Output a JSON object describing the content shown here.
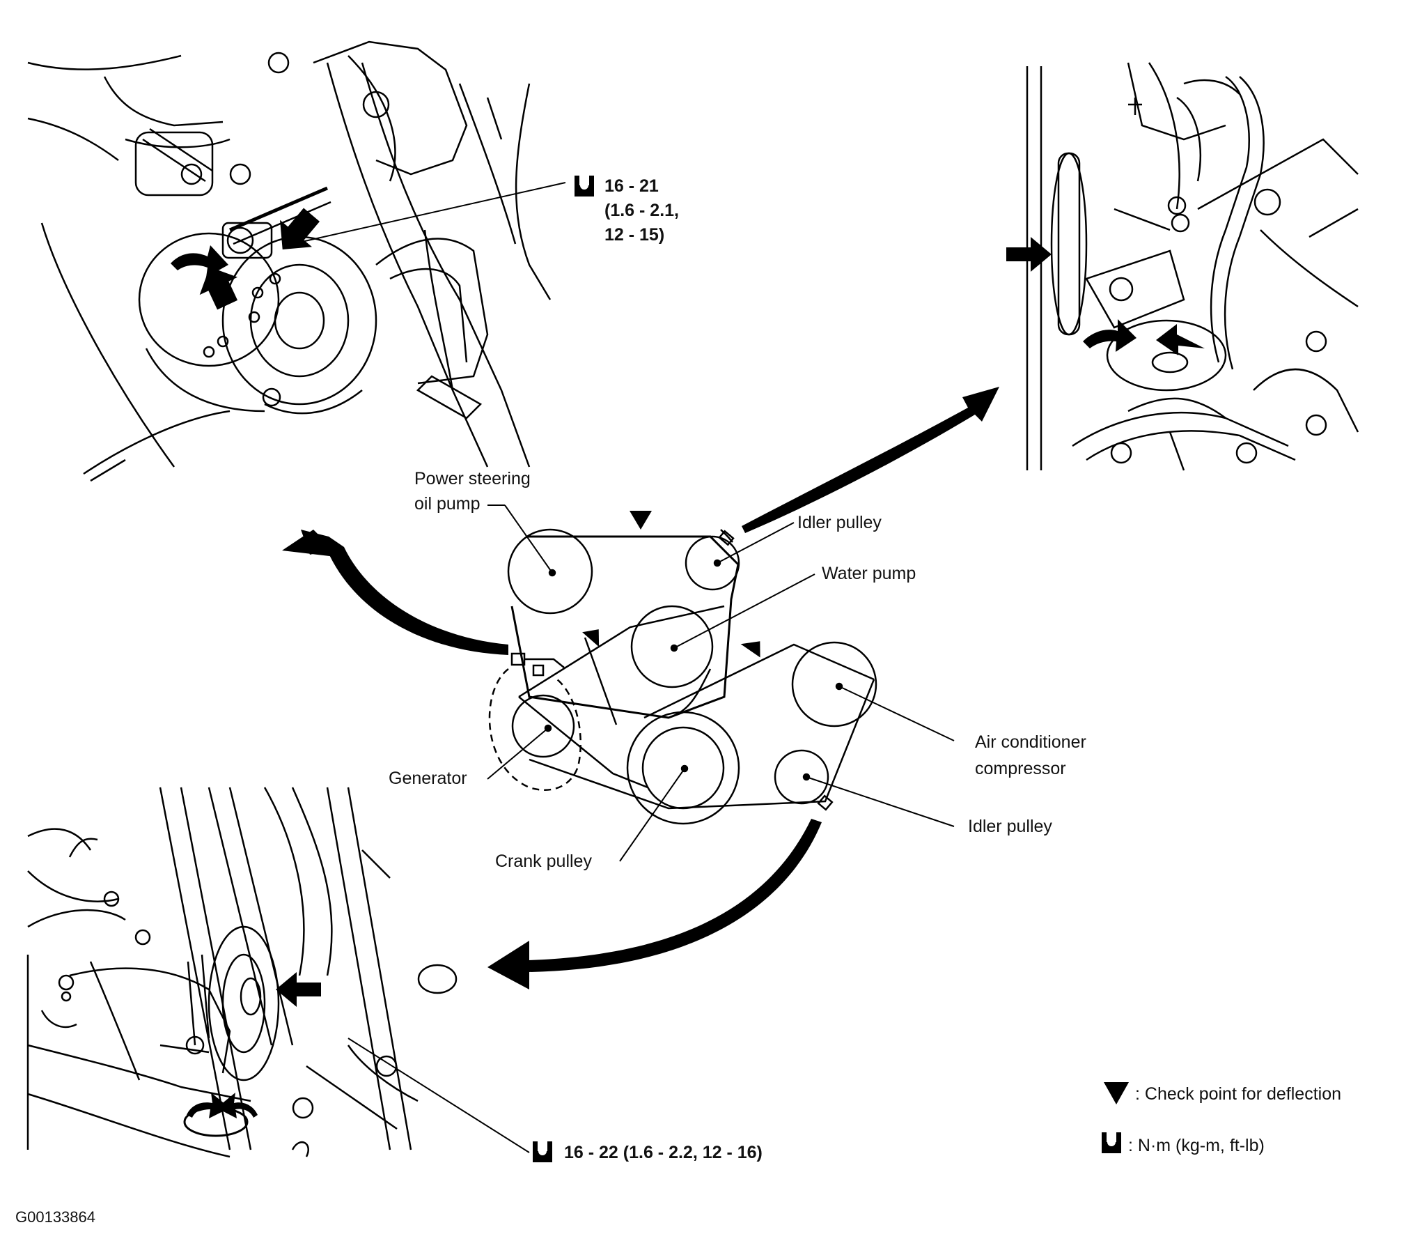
{
  "figure_id": "G00133864",
  "labels": {
    "power_steering_line1": "Power steering",
    "power_steering_line2": "oil pump",
    "idler_pulley_top": "Idler pulley",
    "water_pump": "Water pump",
    "air_conditioner_line1": "Air conditioner",
    "air_conditioner_line2": "compressor",
    "idler_pulley_bottom": "Idler pulley",
    "generator": "Generator",
    "crank_pulley": "Crank pulley"
  },
  "torque_specs": {
    "top": {
      "line1": "16 - 21",
      "line2": "(1.6 - 2.1,",
      "line3": "12 - 15)"
    },
    "bottom": {
      "text": "16 - 22 (1.6 - 2.2, 12 - 16)"
    }
  },
  "legend": {
    "check_point": ": Check point for deflection",
    "torque_unit": ": N·m (kg-m, ft-lb)"
  }
}
